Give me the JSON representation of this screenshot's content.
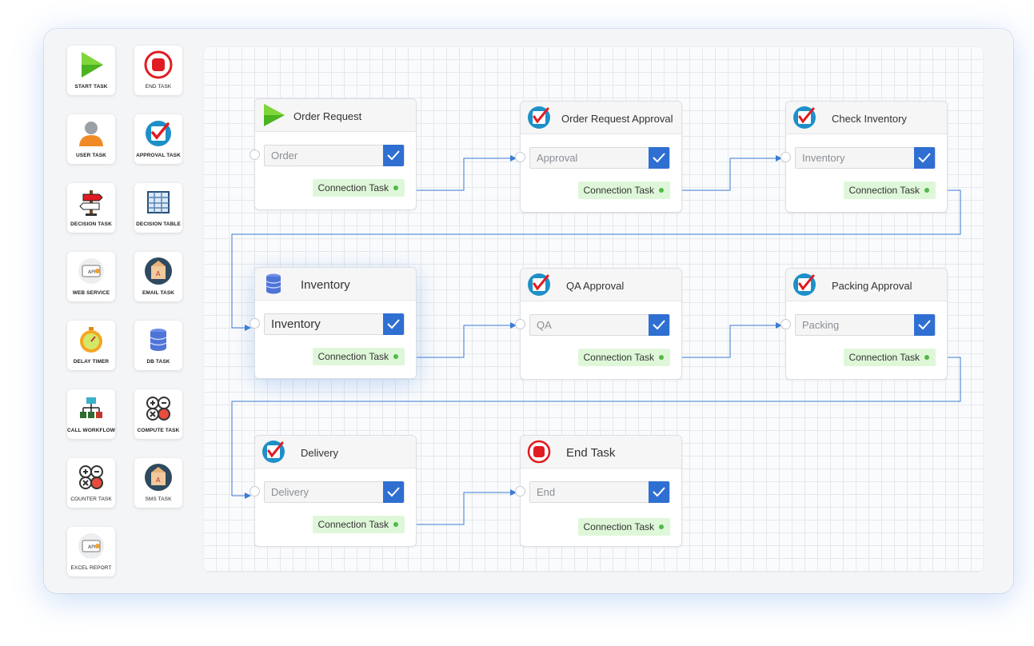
{
  "palette": [
    {
      "label": "START TASK",
      "icon": "start-icon"
    },
    {
      "label": "END TASK",
      "icon": "stop-icon"
    },
    {
      "label": "USER TASK",
      "icon": "user-icon"
    },
    {
      "label": "APPROVAL TASK",
      "icon": "approval-icon"
    },
    {
      "label": "DECISION TASK",
      "icon": "signpost-icon"
    },
    {
      "label": "DECISION TABLE",
      "icon": "table-icon"
    },
    {
      "label": "WEB SERVICE",
      "icon": "api-icon"
    },
    {
      "label": "EMAIL TASK",
      "icon": "mail-icon"
    },
    {
      "label": "DELAY TIMER",
      "icon": "stopwatch-icon"
    },
    {
      "label": "DB TASK",
      "icon": "database-icon"
    },
    {
      "label": "CALL WORKFLOW",
      "icon": "flowchart-icon"
    },
    {
      "label": "COMPUTE TASK",
      "icon": "calculator-icon"
    },
    {
      "label": "COUNTER TASK",
      "icon": "calculator-icon"
    },
    {
      "label": "SMS TASK",
      "icon": "mail-icon"
    },
    {
      "label": "EXCEL REPORT",
      "icon": "api-icon"
    }
  ],
  "nodes": [
    {
      "title": "Order Request",
      "field": "Order",
      "connection": "Connection Task",
      "icon": "start-icon"
    },
    {
      "title": "Order Request Approval",
      "field": "Approval",
      "connection": "Connection Task",
      "icon": "approval-icon"
    },
    {
      "title": "Check Inventory",
      "field": "Inventory",
      "connection": "Connection Task",
      "icon": "approval-icon"
    },
    {
      "title": "Inventory",
      "field": "Inventory",
      "connection": "Connection Task",
      "icon": "database-icon"
    },
    {
      "title": "QA Approval",
      "field": "QA",
      "connection": "Connection Task",
      "icon": "approval-icon"
    },
    {
      "title": "Packing Approval",
      "field": "Packing",
      "connection": "Connection Task",
      "icon": "approval-icon"
    },
    {
      "title": "Delivery",
      "field": "Delivery",
      "connection": "Connection Task",
      "icon": "approval-icon"
    },
    {
      "title": "End Task",
      "field": "End",
      "connection": "Connection Task",
      "icon": "stop-icon"
    }
  ],
  "colors": {
    "accent": "#2f6fd2",
    "wire": "#3a7bd5",
    "connection_bg": "#dff7d9",
    "connection_dot": "#52b948"
  }
}
